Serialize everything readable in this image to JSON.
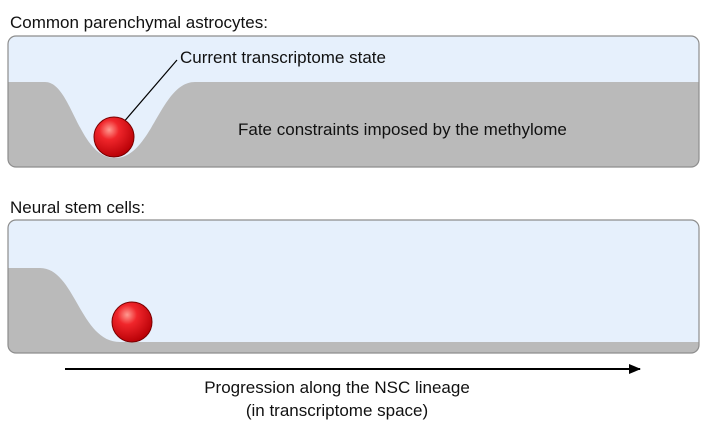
{
  "panels": [
    {
      "title": "Common parenchymal astrocytes:",
      "ball_label": "Current transcriptome state",
      "landscape_label": "Fate constraints imposed by the methylome"
    },
    {
      "title": "Neural stem cells:"
    }
  ],
  "axis": {
    "line1": "Progression along the NSC lineage",
    "line2": "(in transcriptome space)"
  },
  "colors": {
    "sky": "#e6f0fc",
    "ground": "#bababa",
    "border": "#8d8d8d",
    "ball": "#e8141b",
    "ball_highlight": "#ff8a80",
    "arrow": "#000000"
  }
}
